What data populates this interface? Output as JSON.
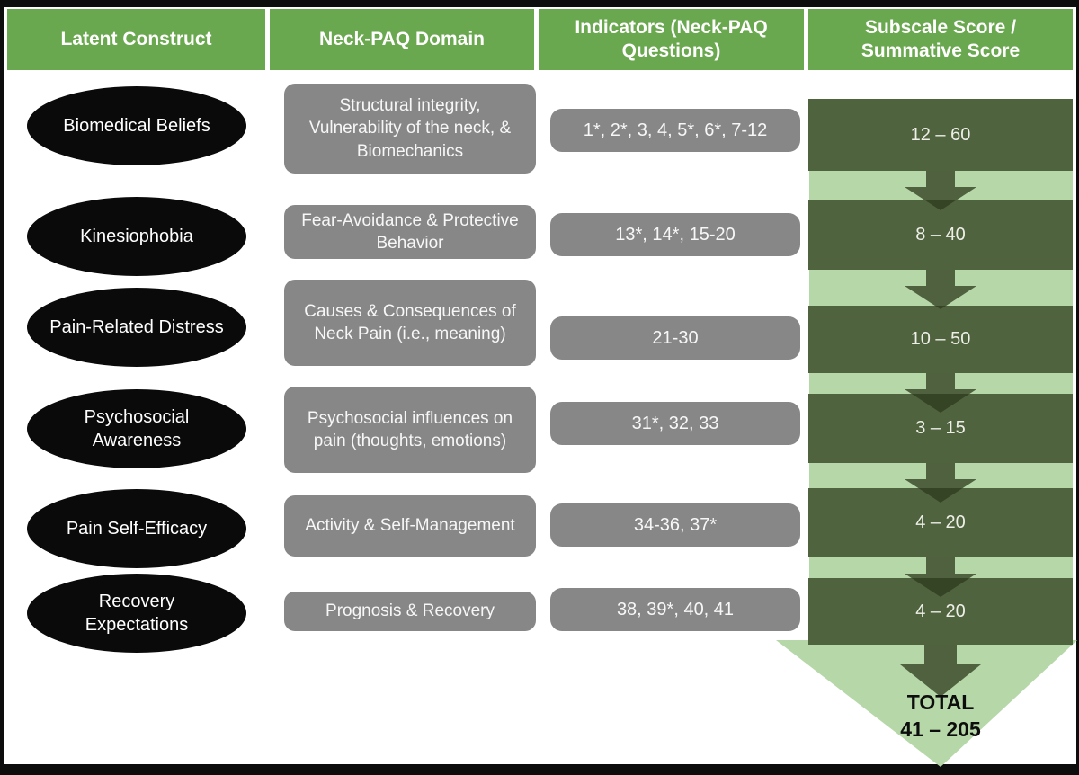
{
  "header": {
    "columns": [
      "Latent Construct",
      "Neck-PAQ Domain",
      "Indicators (Neck-PAQ Questions)",
      "Subscale Score / Summative Score"
    ]
  },
  "rows": [
    {
      "construct": "Biomedical Beliefs",
      "domain": "Structural integrity, Vulnerability of the neck, & Biomechanics",
      "indicators": "1*, 2*, 3, 4, 5*, 6*, 7-12",
      "score": "12 – 60"
    },
    {
      "construct": "Kinesiophobia",
      "domain": "Fear-Avoidance & Protective Behavior",
      "indicators": "13*, 14*, 15-20",
      "score": "8 – 40"
    },
    {
      "construct": "Pain-Related Distress",
      "domain": "Causes & Consequences of Neck Pain (i.e., meaning)",
      "indicators": "21-30",
      "score": "10 – 50"
    },
    {
      "construct": "Psychosocial Awareness",
      "domain": "Psychosocial influences on pain (thoughts, emotions)",
      "indicators": "31*, 32, 33",
      "score": "3 – 15"
    },
    {
      "construct": "Pain Self-Efficacy",
      "domain": "Activity & Self-Management",
      "indicators": "34-36, 37*",
      "score": "4 – 20"
    },
    {
      "construct": "Recovery Expectations",
      "domain": "Prognosis & Recovery",
      "indicators": "38, 39*, 40, 41",
      "score": "4 – 20"
    }
  ],
  "total": {
    "label": "TOTAL",
    "range": "41 – 205"
  },
  "colors": {
    "header_green": "#6aa84f",
    "score_box_green": "#50633f",
    "summative_arrow_light_green": "#b6d7a8",
    "box_gray": "#878787",
    "construct_black": "#0a0a0a"
  }
}
